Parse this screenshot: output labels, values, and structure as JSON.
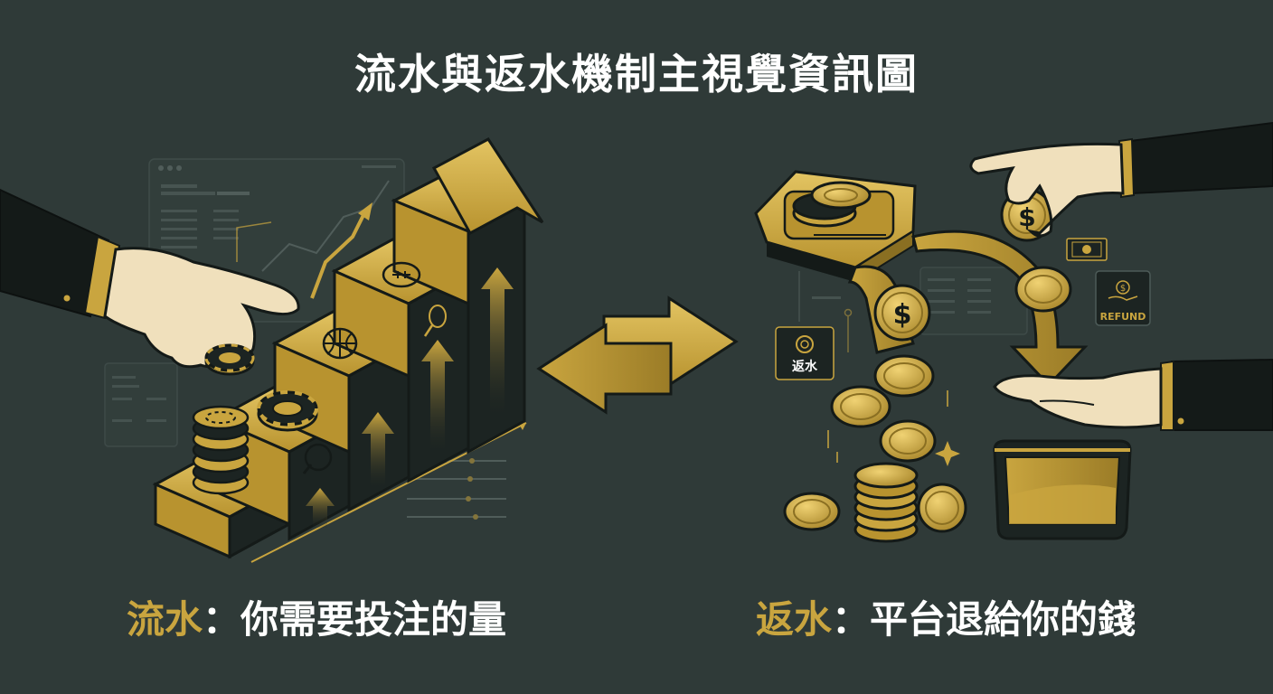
{
  "title": "流水與返水機制主視覺資訊圖",
  "left": {
    "term": "流水",
    "separator": "：",
    "description": "你需要投注的量"
  },
  "right": {
    "term": "返水",
    "separator": "：",
    "description": "平台退給你的錢",
    "badge_label": "返水",
    "refund_label": "REFUND",
    "coin_symbol": "$"
  },
  "colors": {
    "background": "#2f3a38",
    "gold": "#c9a53f",
    "gold_light": "#e3c462",
    "gold_dark": "#8a6f22",
    "ink": "#141a18",
    "panel": "#3a4644"
  },
  "icons": [
    "american-football-icon",
    "basketball-icon",
    "tennis-racket-icon",
    "shuttlecock-icon",
    "poker-chip-icon",
    "dollar-coin-icon",
    "cash-bill-icon",
    "refund-hand-icon",
    "exchange-arrows-icon"
  ]
}
